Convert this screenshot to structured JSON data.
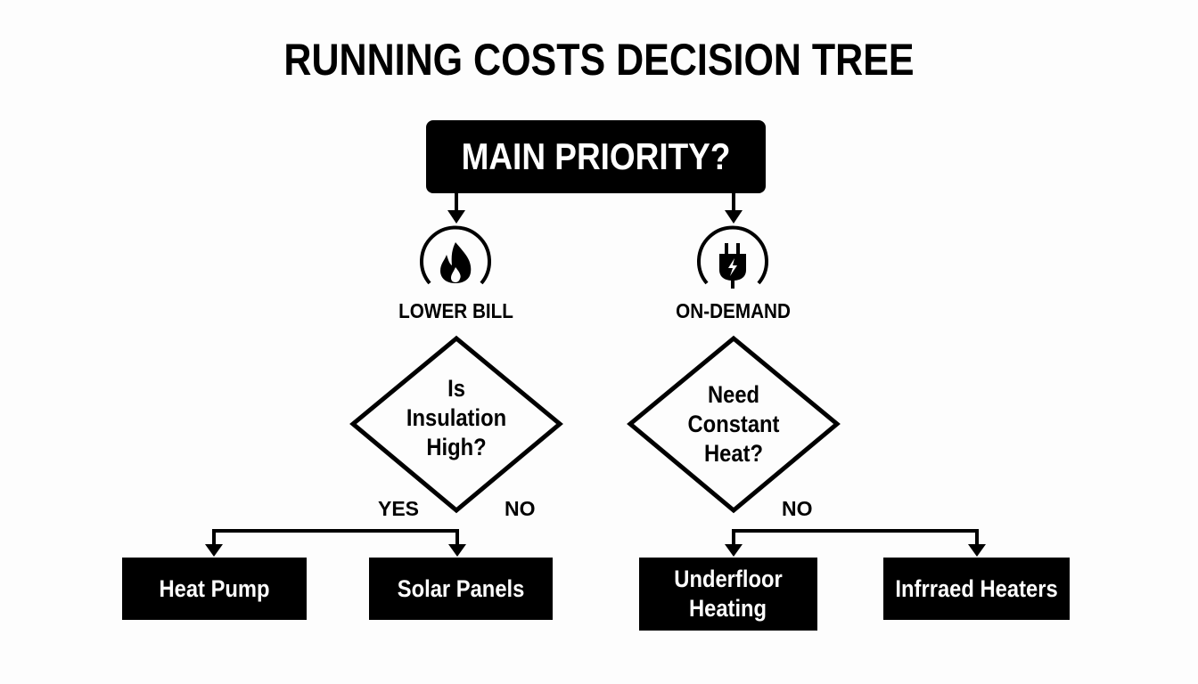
{
  "title": "RUNNING COSTS DECISION TREE",
  "root": {
    "label": "MAIN PRIORITY?"
  },
  "branches": [
    {
      "label": "LOWER BILL",
      "icon": "flame-icon",
      "decision": {
        "lines": [
          "Is",
          "Insulation",
          "High?"
        ]
      },
      "edge_labels": {
        "yes": "YES",
        "no": "NO"
      },
      "outcomes": [
        {
          "label": "Heat Pump"
        },
        {
          "label": "Solar Panels"
        }
      ]
    },
    {
      "label": "ON-DEMAND",
      "icon": "plug-icon",
      "decision": {
        "lines": [
          "Need",
          "Constant",
          "Heat?"
        ]
      },
      "edge_labels": {
        "no": "NO"
      },
      "outcomes": [
        {
          "label_lines": [
            "Underfloor",
            "Heating"
          ]
        },
        {
          "label": "Infrraed Heaters"
        }
      ]
    }
  ],
  "colors": {
    "foreground": "#000000",
    "background": "#fdfdfd",
    "box_text": "#ffffff"
  }
}
